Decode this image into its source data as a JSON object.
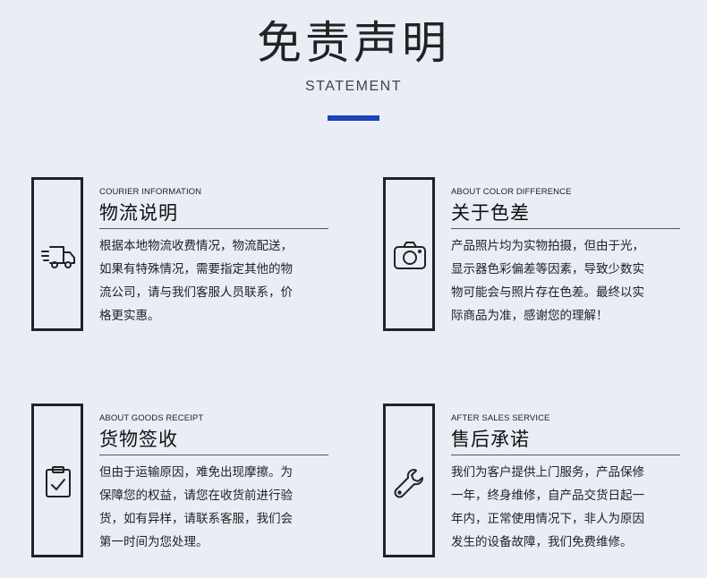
{
  "header": {
    "title": "免责声明",
    "subtitle": "STATEMENT",
    "accent_color": "#1c43b7"
  },
  "cards": [
    {
      "icon": "delivery-truck-icon",
      "label_en": "COURIER INFORMATION",
      "label_cn": "物流说明",
      "lines": [
        "根据本地物流收费情况，物流配送，",
        "如果有特殊情况，需要指定其他的物",
        "流公司，请与我们客服人员联系，价",
        "格更实惠。"
      ]
    },
    {
      "icon": "camera-icon",
      "label_en": "ABOUT COLOR DIFFERENCE",
      "label_cn": "关于色差",
      "lines": [
        "产品照片均为实物拍摄，但由于光，",
        "显示器色彩偏差等因素，导致少数实",
        "物可能会与照片存在色差。最终以实",
        "际商品为准，感谢您的理解！"
      ]
    },
    {
      "icon": "clipboard-check-icon",
      "label_en": "ABOUT GOODS RECEIPT",
      "label_cn": "货物签收",
      "lines": [
        "但由于运输原因，难免出现摩擦。为",
        "保障您的权益，请您在收货前进行验",
        "货，如有异样，请联系客服，我们会",
        "第一时间为您处理。"
      ]
    },
    {
      "icon": "wrench-icon",
      "label_en": "AFTER SALES SERVICE",
      "label_cn": "售后承诺",
      "lines": [
        "我们为客户提供上门服务，产品保修",
        "一年，终身维修，自产品交货日起一",
        "年内，正常使用情况下，非人为原因",
        "发生的设备故障，我们免费维修。"
      ]
    }
  ]
}
